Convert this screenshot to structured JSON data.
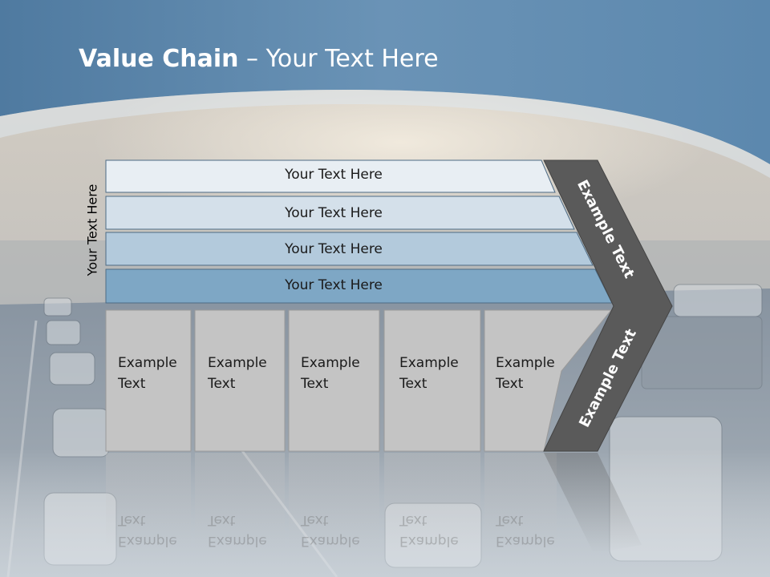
{
  "title": {
    "bold": "Value Chain",
    "rest": " – Your Text Here"
  },
  "side_label": "Your Text Here",
  "rows": [
    {
      "label": "Your Text Here",
      "color": "#e8eef3"
    },
    {
      "label": "Your Text Here",
      "color": "#d4e0ea"
    },
    {
      "label": "Your Text Here",
      "color": "#b3cadc"
    },
    {
      "label": "Your Text Here",
      "color": "#7ea7c5"
    }
  ],
  "boxes": [
    {
      "line1": "Example",
      "line2": "Text"
    },
    {
      "line1": "Example",
      "line2": "Text"
    },
    {
      "line1": "Example",
      "line2": "Text"
    },
    {
      "line1": "Example",
      "line2": "Text"
    },
    {
      "line1": "Example",
      "line2": "Text"
    }
  ],
  "chevron": {
    "upper": "Example Text",
    "lower": "Example Text",
    "color": "#5a5a5a"
  },
  "colors": {
    "header": "#5d87ad",
    "box": "#c4c4c4"
  }
}
